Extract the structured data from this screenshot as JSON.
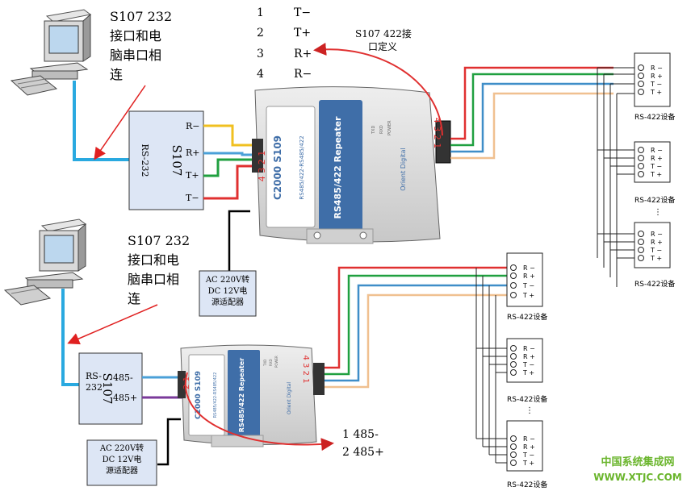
{
  "top": {
    "caption": [
      "S107 232",
      "接口和电",
      "脑串口相",
      "连"
    ],
    "converter": {
      "model": "S107",
      "port": "RS-232",
      "pins": [
        "R−",
        "R+",
        "T+",
        "T−"
      ]
    },
    "repeater": {
      "model": "C2000 S109",
      "title": "RS485/422 Repeater",
      "protocols": "RS485/422-RS485/422",
      "brand": "Orient Digital",
      "leds": [
        "TXD",
        "RXD",
        "POWER"
      ],
      "left_pins": "4 3 2 1",
      "right_pins": "4 3 2 1"
    },
    "adapter": {
      "lines": [
        "AC 220V转",
        "DC 12V电",
        "源适配器"
      ]
    }
  },
  "bottom": {
    "caption": [
      "S107 232",
      "接口和电",
      "脑串口相",
      "连"
    ],
    "converter": {
      "model": "S107",
      "port_lines": [
        "RS-",
        "232"
      ],
      "pins": [
        "485-",
        "485+"
      ]
    },
    "repeater": {
      "model": "C2000 S109",
      "title": "RS485/422 Repeater",
      "protocols": "RS485/422-RS485/422",
      "brand": "Orient Digital",
      "leds": [
        "TXD",
        "RXD",
        "POWER"
      ],
      "left_pins": "2 1",
      "right_pins": "4 3 2 1"
    },
    "adapter": {
      "lines": [
        "AC 220V转",
        "DC 12V电",
        "源适配器"
      ]
    }
  },
  "pin_definition": {
    "title": [
      "S107 422接",
      "口定义"
    ],
    "rows": [
      {
        "num": "1",
        "signal": "T−"
      },
      {
        "num": "2",
        "signal": "T+"
      },
      {
        "num": "3",
        "signal": "R+"
      },
      {
        "num": "4",
        "signal": "R−"
      }
    ]
  },
  "pin485": {
    "rows": [
      "1  485-",
      "2 485+"
    ]
  },
  "rs422_pins": [
    "R −",
    "R +",
    "T −",
    "T +"
  ],
  "rs422_device_label": "RS-422设备",
  "ellipsis": "⋮",
  "watermark": {
    "cn": "中国系统集成网",
    "url": "WWW.XTJC.COM"
  },
  "colors": {
    "serial_cable": "#29a9e0",
    "wire_red": "#e03030",
    "wire_green": "#20a040",
    "wire_blue": "#3f8ec8",
    "wire_orange": "#f0c090",
    "wire_yellow": "#f0c020",
    "wire_purple": "#7a3a9a",
    "box_fill": "#dde6f5",
    "watermark": "#6ab52c"
  }
}
